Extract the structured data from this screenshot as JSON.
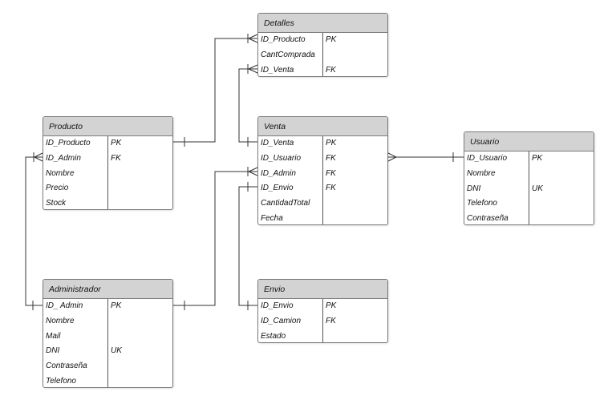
{
  "entities": [
    {
      "id": "detalles",
      "title": "Detalles",
      "rows": [
        {
          "name": "ID_Producto",
          "key": "PK"
        },
        {
          "name": "CantComprada",
          "key": ""
        },
        {
          "name": "ID_Venta",
          "key": "FK"
        }
      ]
    },
    {
      "id": "producto",
      "title": "Producto",
      "rows": [
        {
          "name": "ID_Producto",
          "key": "PK"
        },
        {
          "name": "ID_Admin",
          "key": "FK"
        },
        {
          "name": "Nombre",
          "key": ""
        },
        {
          "name": "Precio",
          "key": ""
        },
        {
          "name": "Stock",
          "key": ""
        }
      ]
    },
    {
      "id": "venta",
      "title": "Venta",
      "rows": [
        {
          "name": "ID_Venta",
          "key": "PK"
        },
        {
          "name": "ID_Usuario",
          "key": "FK"
        },
        {
          "name": "ID_Admin",
          "key": "FK"
        },
        {
          "name": "ID_Envio",
          "key": "FK"
        },
        {
          "name": "CantidadTotal",
          "key": ""
        },
        {
          "name": "Fecha",
          "key": ""
        }
      ]
    },
    {
      "id": "usuario",
      "title": "Usuario",
      "rows": [
        {
          "name": "ID_Usuario",
          "key": "PK"
        },
        {
          "name": "Nombre",
          "key": ""
        },
        {
          "name": "DNI",
          "key": "UK"
        },
        {
          "name": "Telefono",
          "key": ""
        },
        {
          "name": "Contraseña",
          "key": ""
        }
      ]
    },
    {
      "id": "administrador",
      "title": "Administrador",
      "rows": [
        {
          "name": "ID_ Admin",
          "key": "PK"
        },
        {
          "name": "Nombre",
          "key": ""
        },
        {
          "name": "Mail",
          "key": ""
        },
        {
          "name": "DNI",
          "key": "UK"
        },
        {
          "name": "Contraseña",
          "key": ""
        },
        {
          "name": "Telefono",
          "key": ""
        }
      ]
    },
    {
      "id": "envio",
      "title": "Envio",
      "rows": [
        {
          "name": "ID_Envio",
          "key": "PK"
        },
        {
          "name": "ID_Camion",
          "key": "FK"
        },
        {
          "name": "Estado",
          "key": ""
        }
      ]
    }
  ],
  "relationships": [
    {
      "from": "producto.ID_Producto",
      "to": "detalles.ID_Producto",
      "from_card": "one",
      "to_card": "many"
    },
    {
      "from": "venta.ID_Venta",
      "to": "detalles.ID_Venta",
      "from_card": "one",
      "to_card": "many"
    },
    {
      "from": "administrador.ID_ Admin",
      "to": "producto.ID_Admin",
      "from_card": "one",
      "to_card": "many"
    },
    {
      "from": "administrador.ID_ Admin",
      "to": "venta.ID_Admin",
      "from_card": "one",
      "to_card": "many"
    },
    {
      "from": "usuario.ID_Usuario",
      "to": "venta.ID_Usuario",
      "from_card": "one",
      "to_card": "many"
    },
    {
      "from": "envio.ID_Envio",
      "to": "venta.ID_Envio",
      "from_card": "one",
      "to_card": "one"
    }
  ],
  "colors": {
    "header": "#d3d3d3",
    "border": "#7a7a7a",
    "line": "#333333"
  }
}
